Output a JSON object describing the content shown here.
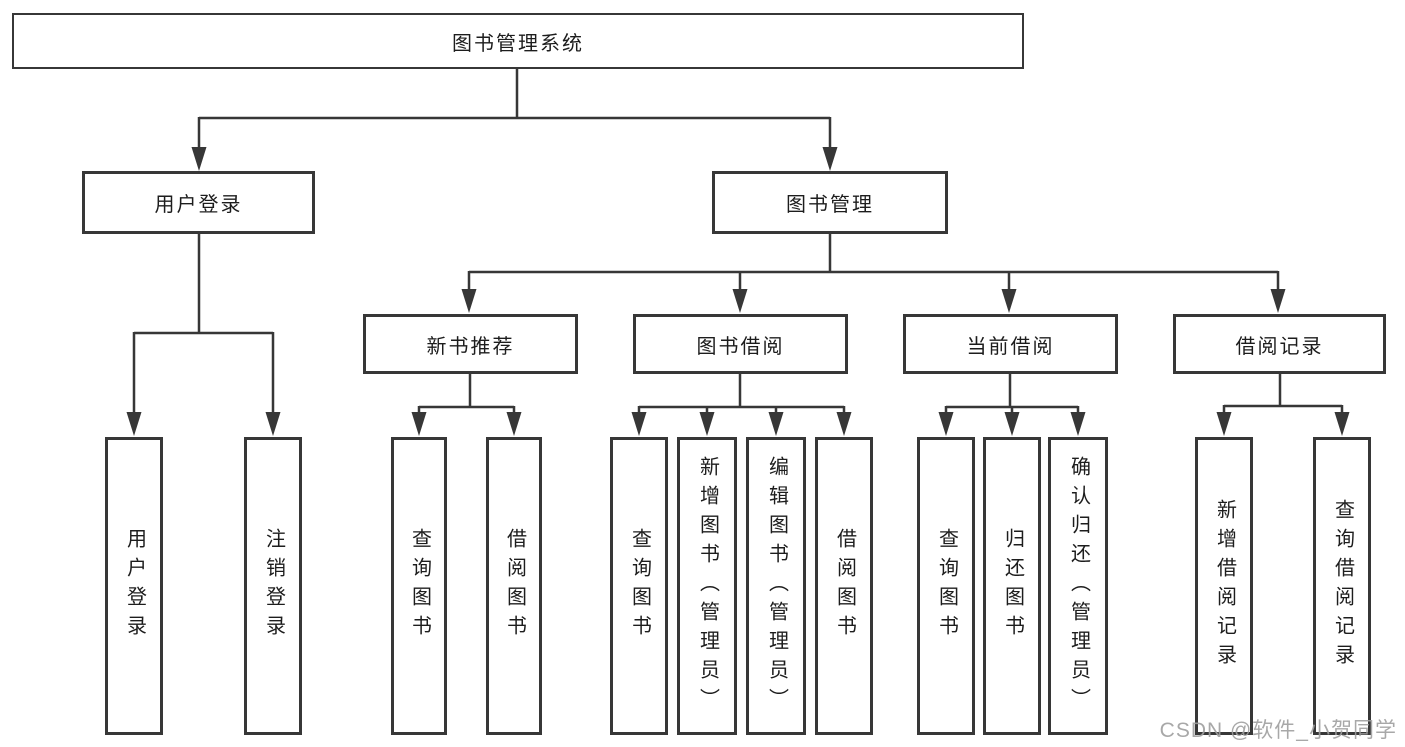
{
  "diagram": {
    "root": {
      "label": "图书管理系统",
      "children": [
        {
          "label": "用户登录",
          "children": [
            {
              "label": "用户登录"
            },
            {
              "label": "注销登录"
            }
          ]
        },
        {
          "label": "图书管理",
          "children": [
            {
              "label": "新书推荐",
              "children": [
                {
                  "label": "查询图书"
                },
                {
                  "label": "借阅图书"
                }
              ]
            },
            {
              "label": "图书借阅",
              "children": [
                {
                  "label": "查询图书"
                },
                {
                  "label": "新增图书（管理员）"
                },
                {
                  "label": "编辑图书（管理员）"
                },
                {
                  "label": "借阅图书"
                }
              ]
            },
            {
              "label": "当前借阅",
              "children": [
                {
                  "label": "查询图书"
                },
                {
                  "label": "归还图书"
                },
                {
                  "label": "确认归还（管理员）"
                }
              ]
            },
            {
              "label": "借阅记录",
              "children": [
                {
                  "label": "新增借阅记录"
                },
                {
                  "label": "查询借阅记录"
                }
              ]
            }
          ]
        }
      ]
    }
  },
  "watermark": {
    "text": "CSDN @软件_小贺同学"
  },
  "colors": {
    "line": "#373737",
    "box_border": "#373737",
    "text": "#1d1d1d",
    "watermark": "#9e9e9e",
    "background": "#ffffff"
  }
}
